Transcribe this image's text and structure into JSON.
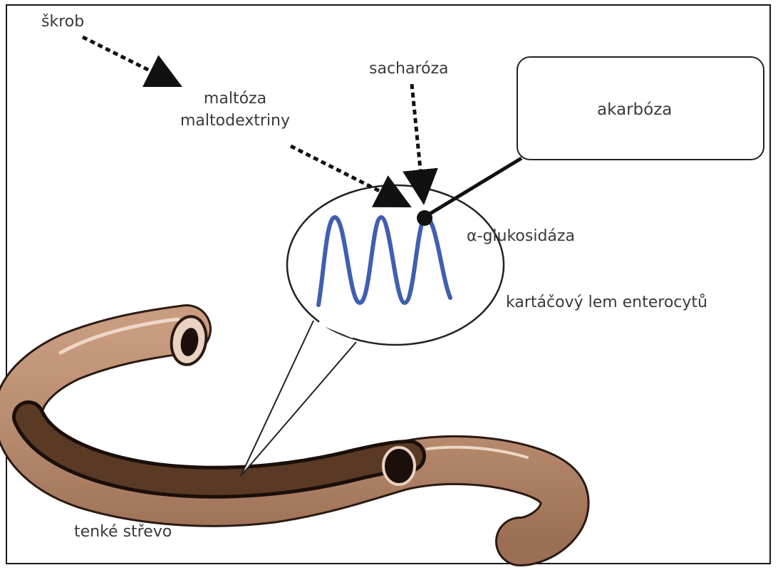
{
  "labels": {
    "skrob": "škrob",
    "maltoza": "maltóza",
    "maltodextriny": "maltodextriny",
    "sacharoza": "sacharóza",
    "akarboza": "akarbóza",
    "glukosidaza": "α-glukosidáza",
    "kartacovy_lem": "kartáčový lem enterocytů",
    "tenke_strevo": "tenké střevo"
  },
  "colors": {
    "frame": "#1a1a1a",
    "intestine_wall": "#b78a6e",
    "intestine_content": "#5a3a24",
    "enzyme_wave": "#3f5fb0",
    "arrows": "#111111"
  },
  "icons": {
    "enzyme": "wave-icon",
    "inhibition": "dot-icon"
  }
}
